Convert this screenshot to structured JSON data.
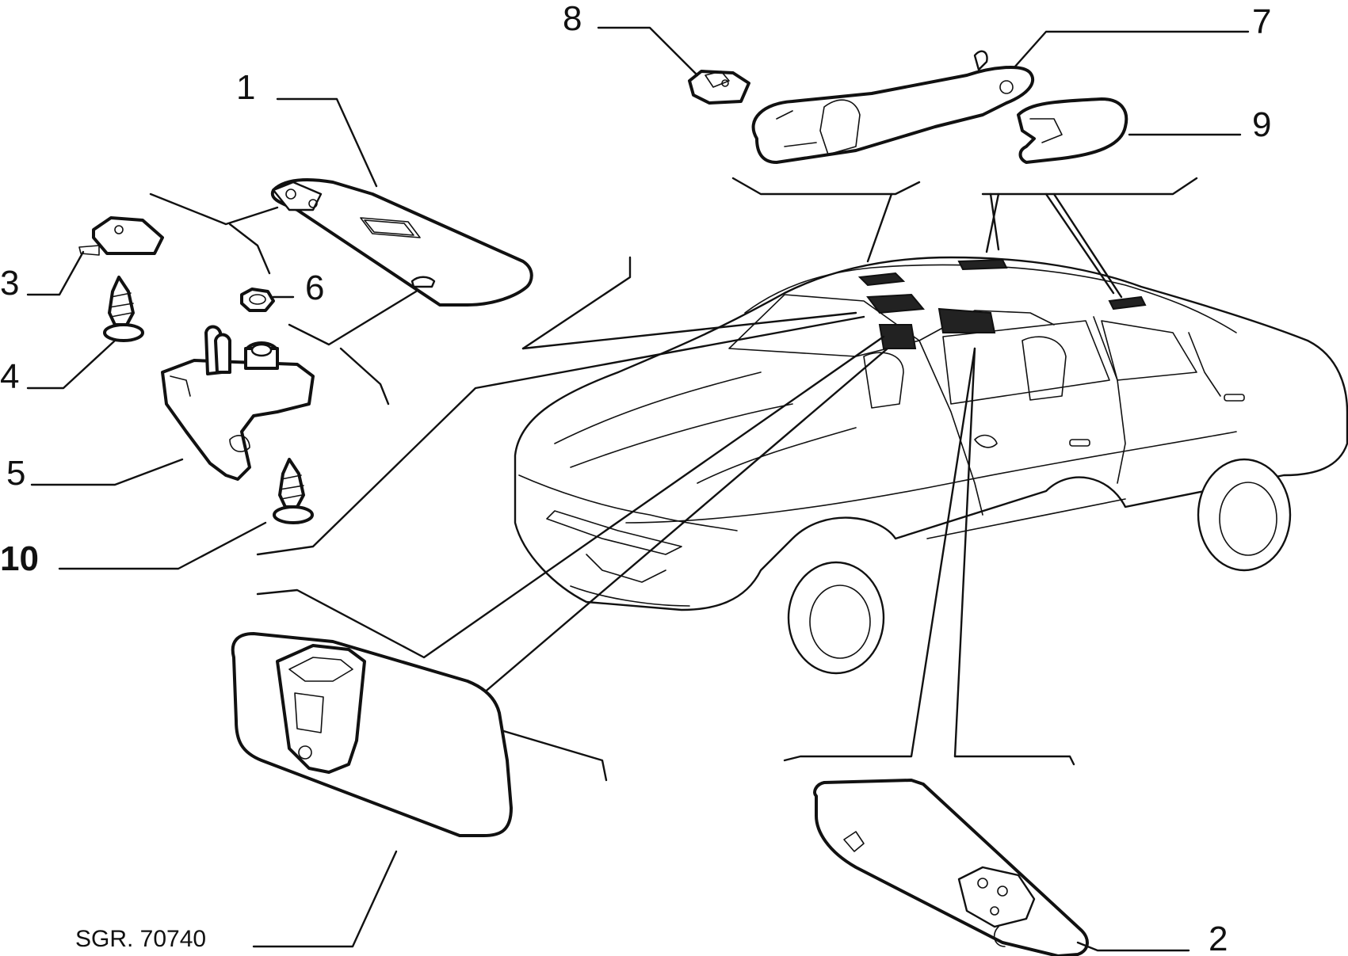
{
  "diagram": {
    "code": "SGR. 70740",
    "callouts": {
      "c1": "1",
      "c2": "2",
      "c3": "3",
      "c4": "4",
      "c5": "5",
      "c6": "6",
      "c7": "7",
      "c8": "8",
      "c9": "9",
      "c10": "10"
    }
  },
  "parts": [
    {
      "name": "sun-visor-left",
      "ref": "1"
    },
    {
      "name": "sun-visor-right",
      "ref": "2"
    },
    {
      "name": "clip",
      "ref": "3"
    },
    {
      "name": "screw",
      "ref": "4"
    },
    {
      "name": "visor-support",
      "ref": "5"
    },
    {
      "name": "nut",
      "ref": "6"
    },
    {
      "name": "grab-handle",
      "ref": "7"
    },
    {
      "name": "handle-clip",
      "ref": "8"
    },
    {
      "name": "handle-end-cap",
      "ref": "9"
    },
    {
      "name": "screw",
      "ref": "10"
    }
  ]
}
